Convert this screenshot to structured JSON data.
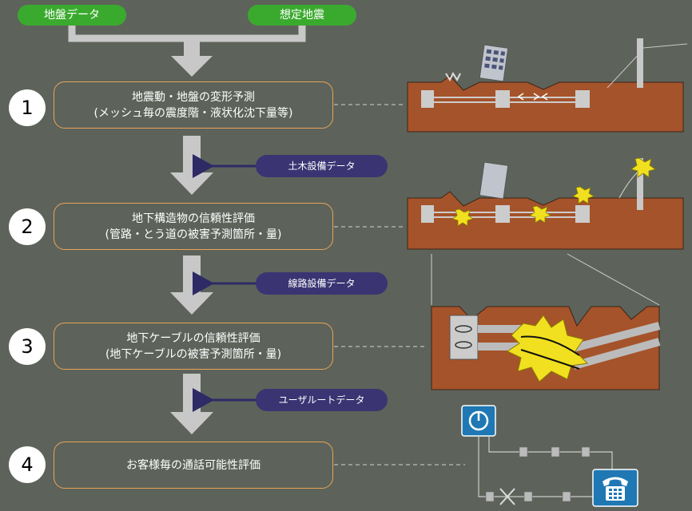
{
  "inputs": {
    "ground_data": "地盤データ",
    "assumed_earthquake": "想定地震"
  },
  "steps": [
    {
      "number": "1",
      "line1": "地震動・地盤の変形予測",
      "line2": "(メッシュ毎の震度階・液状化沈下量等)"
    },
    {
      "number": "2",
      "line1": "地下構造物の信頼性評価",
      "line2": "(管路・とう道の被害予測箇所・量)"
    },
    {
      "number": "3",
      "line1": "地下ケーブルの信頼性評価",
      "line2": "(地下ケーブルの被害予測箇所・量)"
    },
    {
      "number": "4",
      "line1": "お客様毎の通話可能性評価",
      "line2": ""
    }
  ],
  "data_inputs": [
    "土木設備データ",
    "線路設備データ",
    "ユーザルートデータ"
  ],
  "colors": {
    "background": "#5d635a",
    "pill": "#3aaa2e",
    "badge": "#3a3472",
    "box_border": "#e8a35a",
    "ground": "#a5532a",
    "arrow": "#c8c8c8",
    "damage": "#f0e020",
    "icon_blue": "#1f78b4"
  },
  "icons": [
    "building-icon",
    "power-pole-icon",
    "exchange-icon",
    "telephone-icon",
    "damage-burst-icon"
  ]
}
